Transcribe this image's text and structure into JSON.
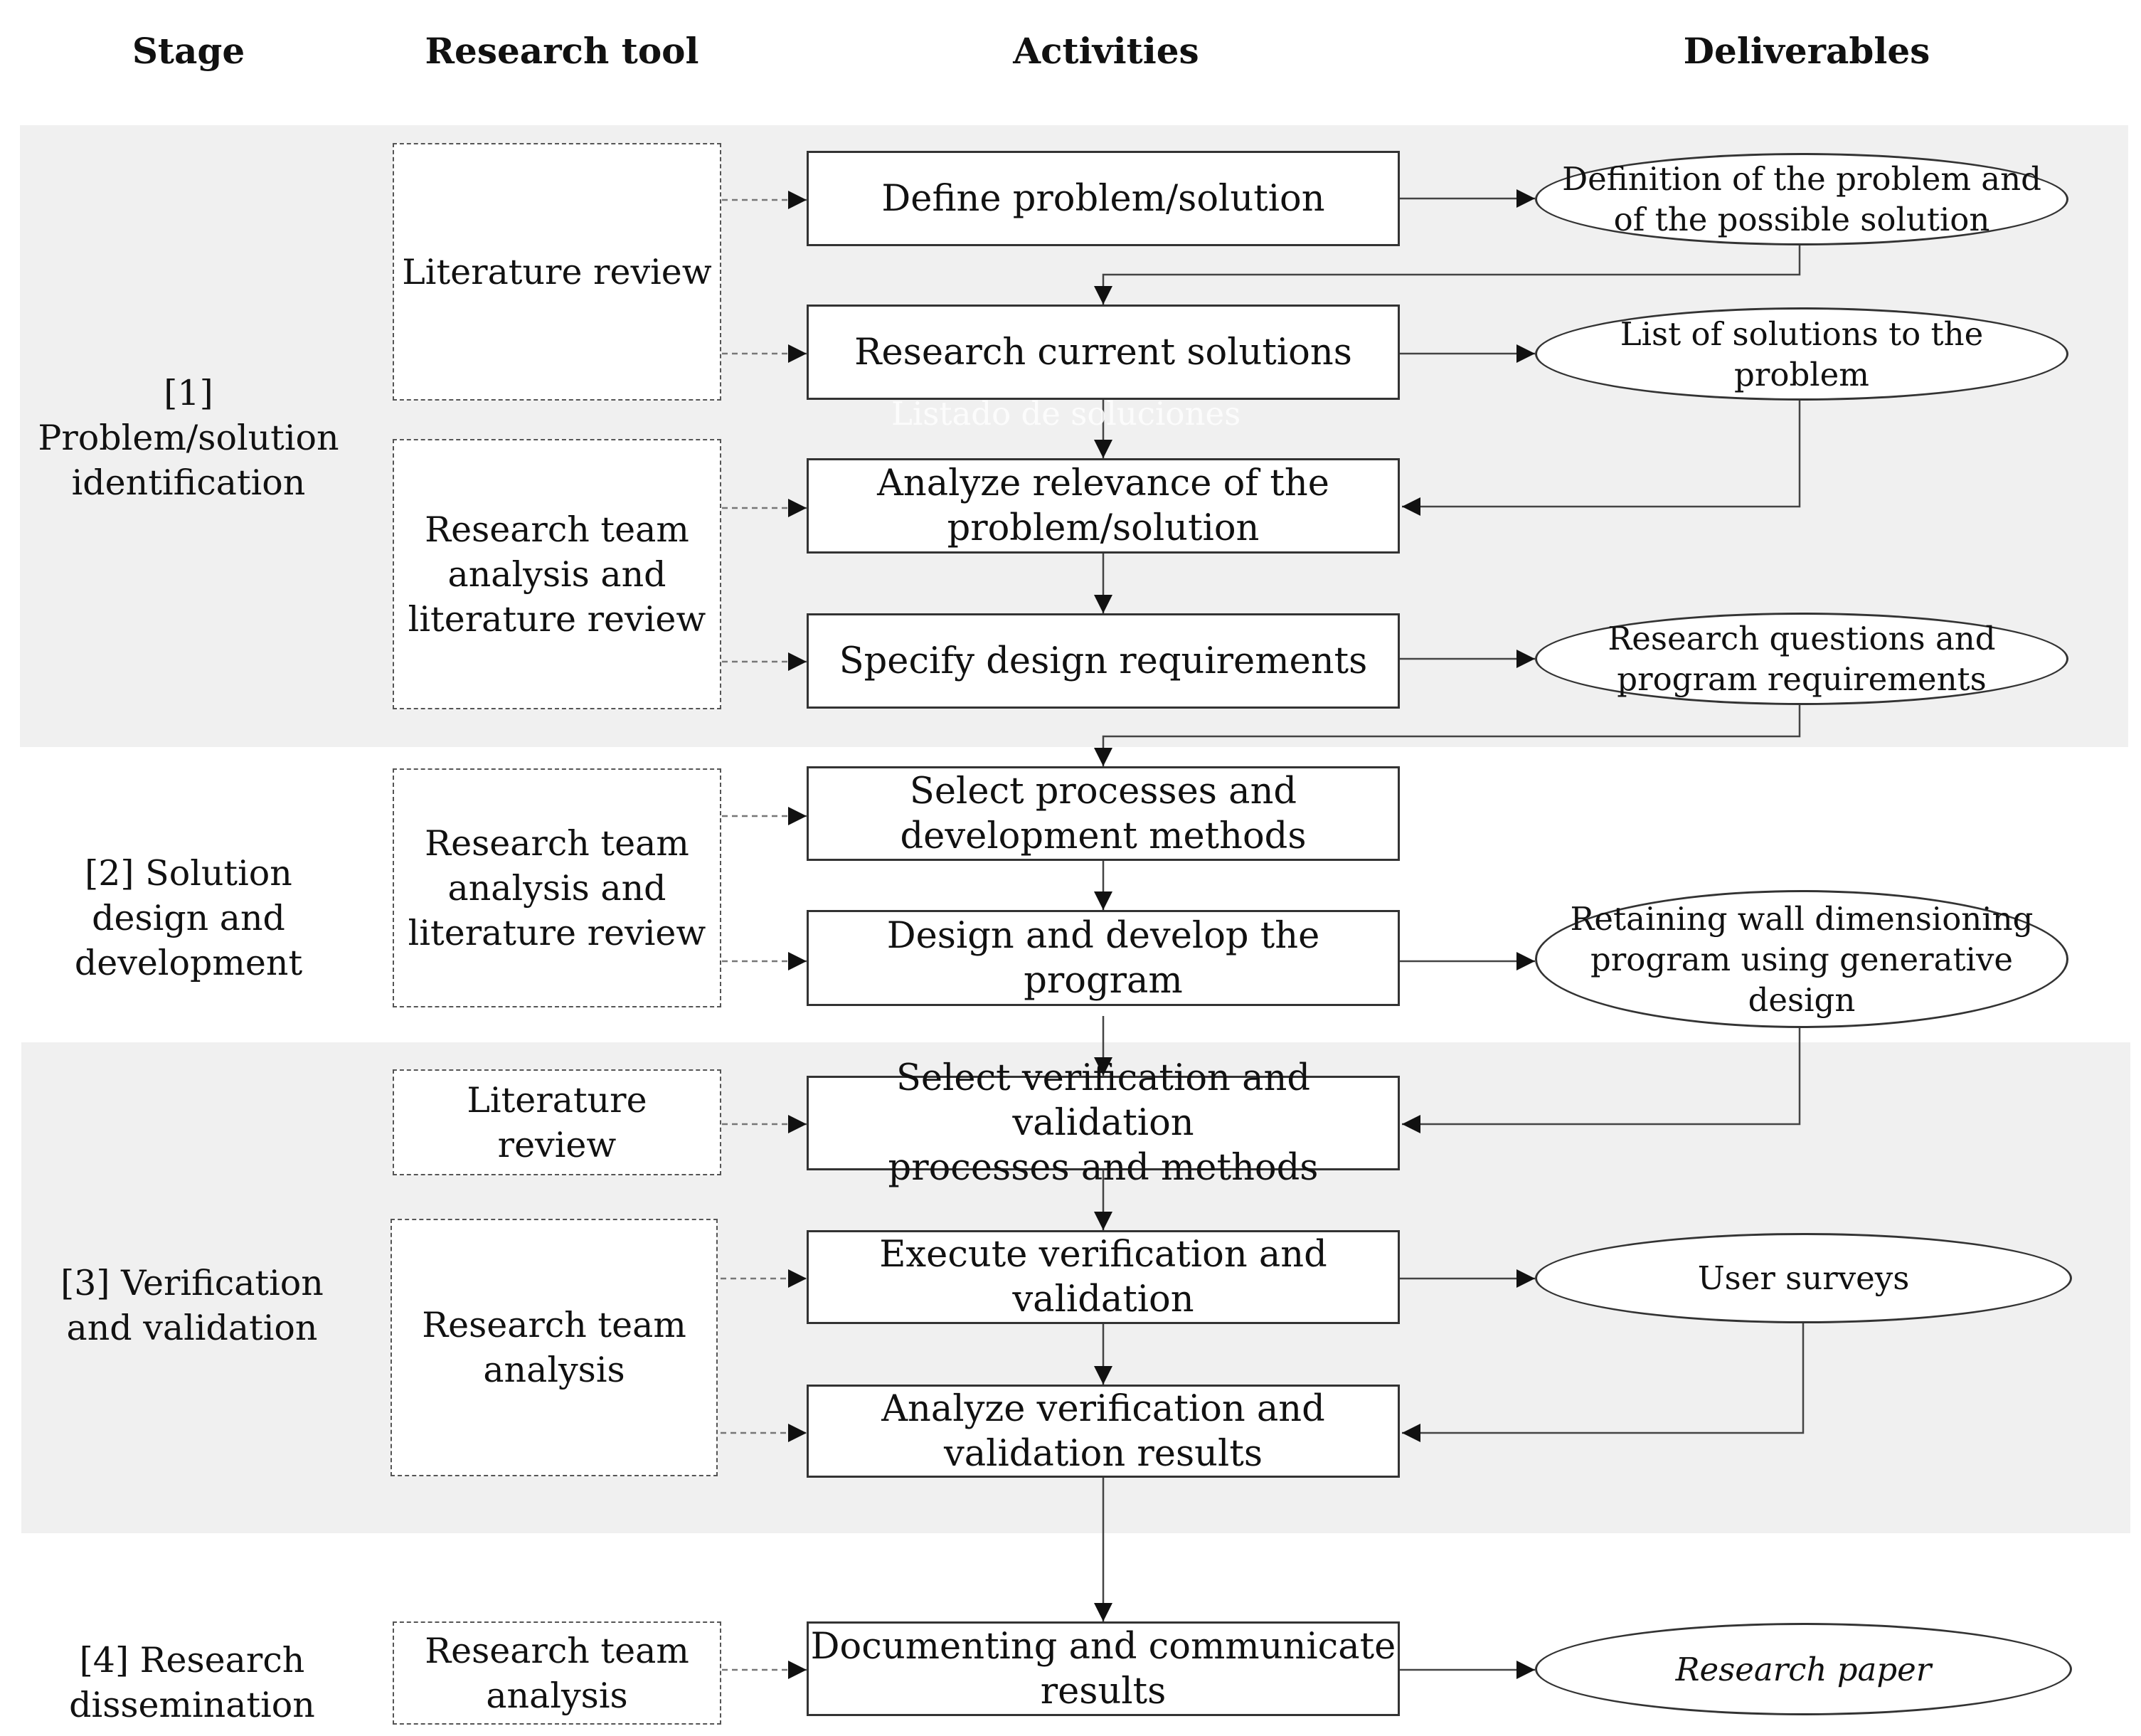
{
  "headers": {
    "stage": "Stage",
    "tool": "Research tool",
    "activities": "Activities",
    "deliverables": "Deliverables"
  },
  "stages": [
    {
      "label": "[1]\nProblem/solution\nidentification"
    },
    {
      "label": "[2] Solution\ndesign and\ndevelopment"
    },
    {
      "label": "[3] Verification\nand validation"
    },
    {
      "label": "[4] Research\ndissemination"
    }
  ],
  "tools": [
    {
      "label": "Literature review"
    },
    {
      "label": "Research team\nanalysis and\nliterature review"
    },
    {
      "label": "Research team\nanalysis and\nliterature review"
    },
    {
      "label": "Literature\nreview"
    },
    {
      "label": "Research team\nanalysis"
    },
    {
      "label": "Research team\nanalysis"
    }
  ],
  "activities": [
    {
      "label": "Define problem/solution"
    },
    {
      "label": "Research current solutions"
    },
    {
      "label": "Analyze relevance of the\nproblem/solution"
    },
    {
      "label": "Specify design requirements"
    },
    {
      "label": "Select processes and\ndevelopment methods"
    },
    {
      "label": "Design and develop the program"
    },
    {
      "label": "Select verification and validation\nprocesses and methods"
    },
    {
      "label": "Execute verification and\nvalidation"
    },
    {
      "label": "Analyze verification and\nvalidation results"
    },
    {
      "label": "Documenting and communicate\nresults"
    }
  ],
  "deliverables": [
    {
      "label": "Definition of the problem and\nof the possible solution"
    },
    {
      "label": "List of solutions to the\nproblem"
    },
    {
      "label": "Research questions and\nprogram requirements"
    },
    {
      "label": "Retaining wall dimensioning\nprogram using generative\ndesign"
    },
    {
      "label": "User surveys"
    },
    {
      "label": "Research paper"
    }
  ],
  "ghost_text": "Listado de soluciones"
}
